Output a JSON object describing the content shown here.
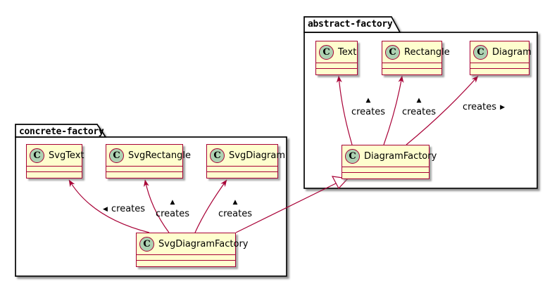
{
  "diagram": {
    "kind": "uml-class-diagram",
    "packages": [
      {
        "name": "abstract-factory",
        "classes": [
          {
            "name": "Text",
            "icon": "C"
          },
          {
            "name": "Rectangle",
            "icon": "C"
          },
          {
            "name": "Diagram",
            "icon": "C"
          },
          {
            "name": "DiagramFactory",
            "icon": "C"
          }
        ]
      },
      {
        "name": "concrete-factory",
        "classes": [
          {
            "name": "SvgText",
            "icon": "C"
          },
          {
            "name": "SvgRectangle",
            "icon": "C"
          },
          {
            "name": "SvgDiagram",
            "icon": "C"
          },
          {
            "name": "SvgDiagramFactory",
            "icon": "C"
          }
        ]
      }
    ],
    "relations": [
      {
        "from": "DiagramFactory",
        "to": "Text",
        "type": "creates"
      },
      {
        "from": "DiagramFactory",
        "to": "Rectangle",
        "type": "creates"
      },
      {
        "from": "DiagramFactory",
        "to": "Diagram",
        "type": "creates"
      },
      {
        "from": "SvgDiagramFactory",
        "to": "SvgText",
        "type": "creates"
      },
      {
        "from": "SvgDiagramFactory",
        "to": "SvgRectangle",
        "type": "creates"
      },
      {
        "from": "SvgDiagramFactory",
        "to": "SvgDiagram",
        "type": "creates"
      },
      {
        "from": "SvgDiagramFactory",
        "to": "DiagramFactory",
        "type": "extends"
      }
    ],
    "edge_labels": [
      {
        "glyph": "▲",
        "text": "creates"
      },
      {
        "glyph": "▲",
        "text": "creates"
      },
      {
        "glyph": "▶",
        "text": "creates"
      },
      {
        "glyph": "◀",
        "text": "creates"
      },
      {
        "glyph": "▲",
        "text": "creates"
      },
      {
        "glyph": "▲",
        "text": "creates"
      }
    ],
    "colors": {
      "class_fill": "#FEFECE",
      "class_border": "#A80036",
      "icon_fill": "#ADD1B2",
      "arrow": "#A80036",
      "package_border": "#000000",
      "background": "#FFFFFF"
    }
  }
}
